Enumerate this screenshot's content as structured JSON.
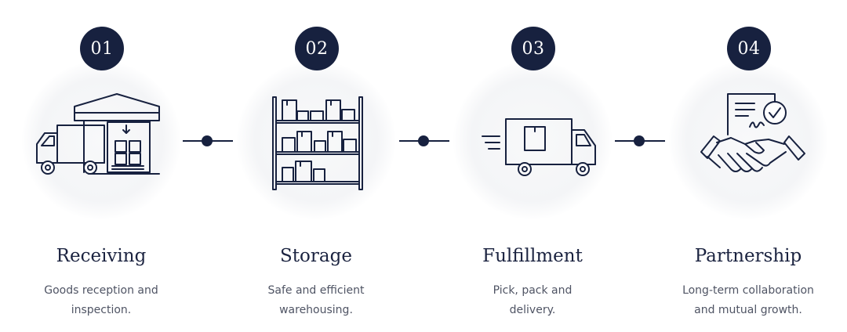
{
  "steps": [
    {
      "number": "01",
      "title": "Receiving",
      "desc_line1": "Goods reception and",
      "desc_line2": "inspection.",
      "icon": "warehouse-truck-icon"
    },
    {
      "number": "02",
      "title": "Storage",
      "desc_line1": "Safe and efficient",
      "desc_line2": "warehousing.",
      "icon": "shelving-boxes-icon"
    },
    {
      "number": "03",
      "title": "Fulfillment",
      "desc_line1": "Pick, pack and",
      "desc_line2": "delivery.",
      "icon": "delivery-truck-icon"
    },
    {
      "number": "04",
      "title": "Partnership",
      "desc_line1": "Long-term collaboration",
      "desc_line2": "and mutual growth.",
      "icon": "handshake-contract-icon"
    }
  ],
  "colors": {
    "navy": "#17213f",
    "text_muted": "#4f5464",
    "halo": "#f4f5f7"
  }
}
